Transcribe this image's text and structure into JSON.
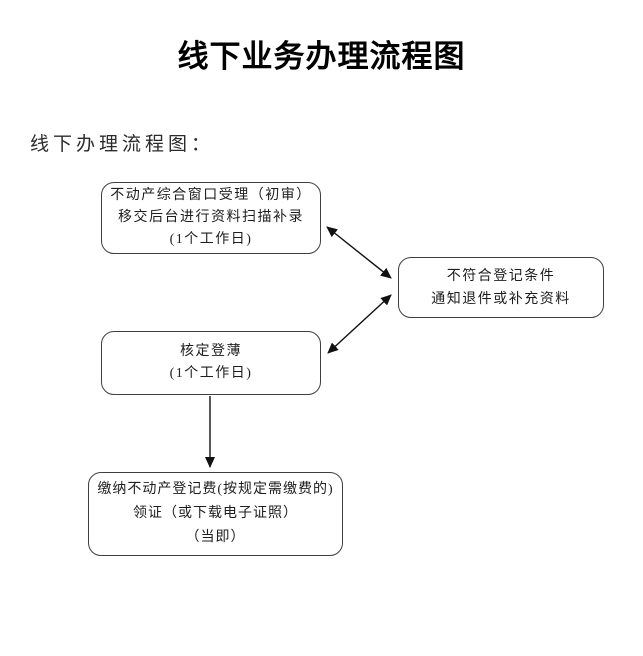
{
  "page": {
    "title": "线下业务办理流程图",
    "subtitle": "线下办理流程图："
  },
  "flowchart": {
    "nodes": [
      {
        "id": "intake",
        "lines": [
          "不动产综合窗口受理（初审）",
          "移交后台进行资料扫描补录",
          "(1个工作日)"
        ]
      },
      {
        "id": "reject",
        "lines": [
          "不符合登记条件",
          "通知退件或补充资料"
        ]
      },
      {
        "id": "verify",
        "lines": [
          "核定登薄",
          "(1个工作日)"
        ]
      },
      {
        "id": "issue",
        "lines": [
          "缴纳不动产登记费(按规定需缴费的)",
          "领证（或下载电子证照）",
          "（当即）"
        ]
      }
    ],
    "edges": [
      {
        "from": "intake",
        "to": "reject",
        "direction": "both"
      },
      {
        "from": "verify",
        "to": "reject",
        "direction": "both"
      },
      {
        "from": "verify",
        "to": "issue",
        "direction": "forward"
      }
    ]
  },
  "colors": {
    "background": "#ffffff",
    "box_border": "#3f3f3f",
    "text": "#1e1e1e",
    "arrow": "#111111"
  }
}
